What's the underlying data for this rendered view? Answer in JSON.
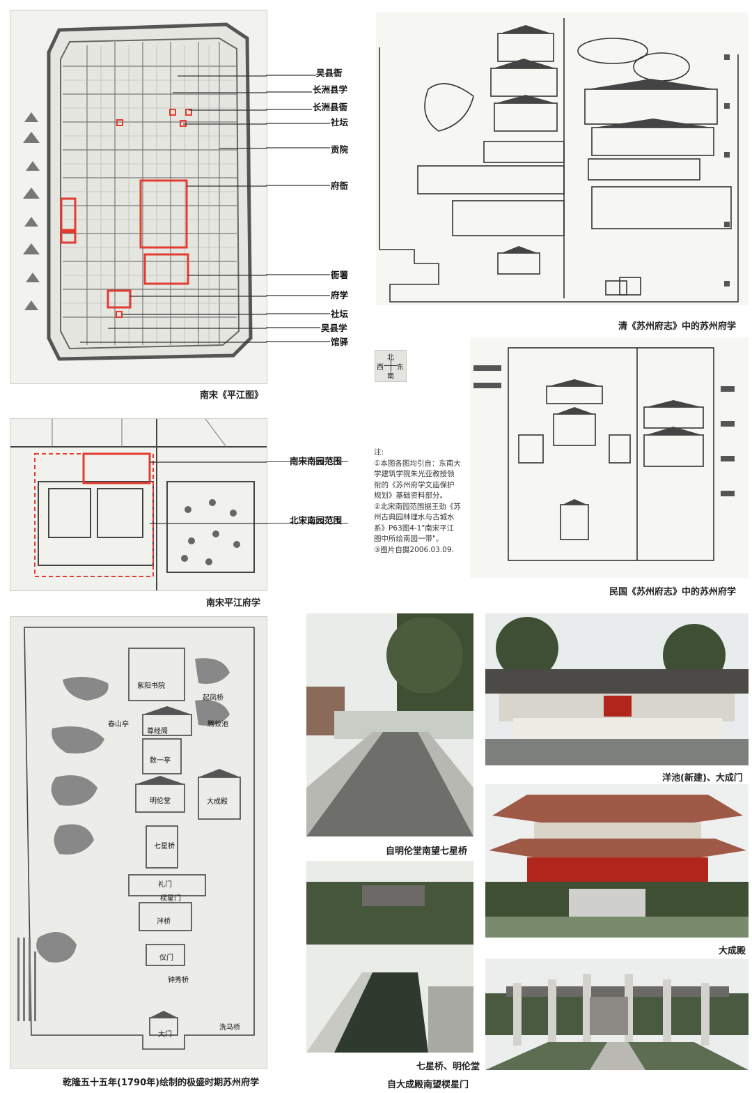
{
  "pingjiang_map": {
    "caption": "南宋《平江图》",
    "labels": [
      "吴县衙",
      "长洲县学",
      "长洲县衙",
      "社坛",
      "贡院",
      "府衙",
      "衙署",
      "府学",
      "社坛",
      "吴县学",
      "馆驿"
    ]
  },
  "qing_map": {
    "caption": "清《苏州府志》中的苏州府学"
  },
  "minguo_map": {
    "caption": "民国《苏州府志》中的苏州府学"
  },
  "compass": {
    "north": "北",
    "south": "南",
    "east": "东",
    "west": "西"
  },
  "fuxue_map": {
    "caption": "南宋平江府学",
    "labels": [
      "南宋南园范围",
      "北宋南园范围"
    ]
  },
  "notes": {
    "title": "注:",
    "items": [
      "①本图各图均引自：东南大学建筑学院朱光亚教授领衔的《苏州府学文庙保护规划》基础资料部分。",
      "②北宋南园范围据王劲《苏州古典园林理水与古城水系》P63图4-1\"南宋平江图中所绘南园一带\"。",
      "③图片自摄2006.03.09."
    ]
  },
  "qianlong_map": {
    "caption": "乾隆五十五年(1790年)绘制的极盛时期苏州府学",
    "labels": [
      "紫阳书院",
      "起凤桥",
      "春山亭",
      "尊经阁",
      "腾蛟池",
      "数一亭",
      "明伦堂",
      "大成殿",
      "七星桥",
      "礼门",
      "棂星门",
      "泮桥",
      "仪门",
      "钟秀桥",
      "大门",
      "洗马桥"
    ]
  },
  "photos": {
    "p1": "自明伦堂南望七星桥",
    "p2": "七星桥、明伦堂",
    "p3": "洋池(新建)、大成门",
    "p4": "大成殿",
    "p5": "自大成殿南望棂星门"
  },
  "colors": {
    "highlight": "#e23b2f",
    "tile": "#9e5a47",
    "column": "#b0261d",
    "foliage": "#3e4f34"
  }
}
